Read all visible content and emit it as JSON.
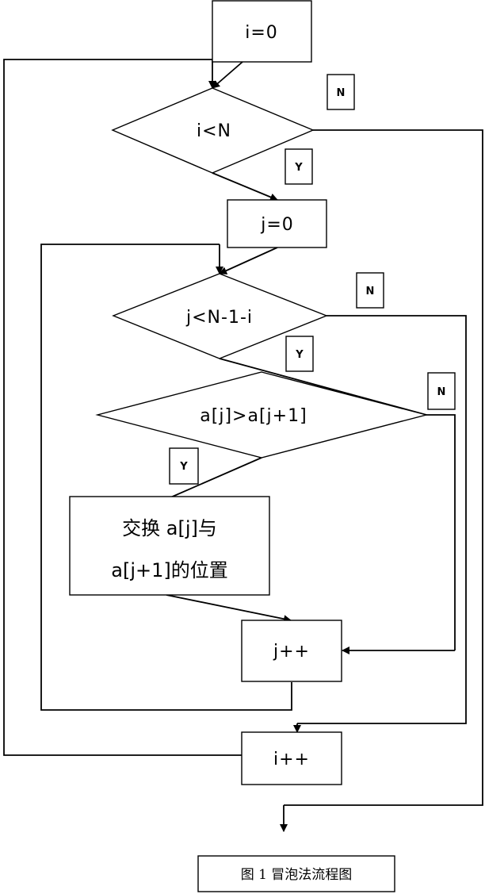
{
  "flowchart": {
    "init_i": "i=0",
    "cond_i": "i<N",
    "init_j": "j=0",
    "cond_j": "j<N-1-i",
    "cond_cmp": "a[j]>a[j+1]",
    "swap_line1": "交换 a[j]与",
    "swap_line2": "a[j+1]的位置",
    "inc_j": "j++",
    "inc_i": "i++",
    "yes": "Y",
    "no": "N"
  },
  "caption": "图 1  冒泡法流程图"
}
